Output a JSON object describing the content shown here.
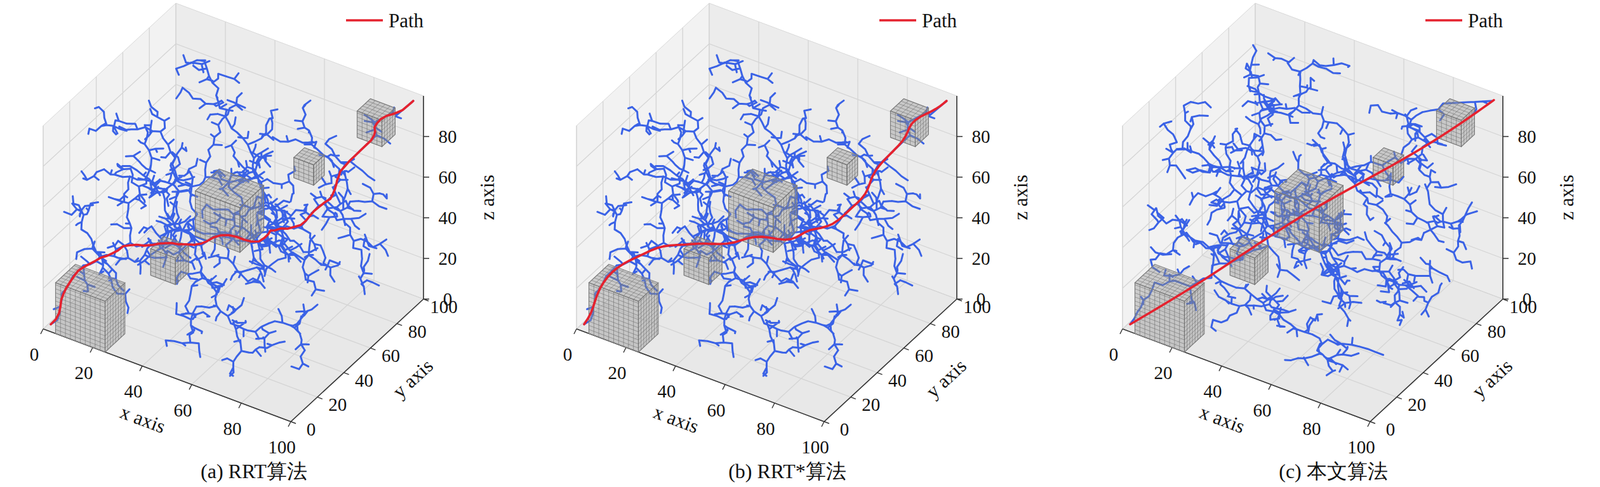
{
  "diagram": {
    "labels": [
      "0",
      "20",
      "40",
      "60",
      "80",
      "100",
      "x axis",
      "0",
      "20",
      "40",
      "60",
      "80",
      "100",
      "y axis",
      "0",
      "20",
      "40",
      "60",
      "80",
      "z axis",
      "(a) RRT算法",
      "0",
      "20",
      "40",
      "60",
      "80",
      "100",
      "x axis",
      "0",
      "20",
      "40",
      "60",
      "80",
      "100",
      "y axis",
      "0",
      "20",
      "40",
      "60",
      "80",
      "z axis",
      "(b) RRT*算法",
      "0",
      "20",
      "40",
      "60",
      "80",
      "100",
      "x axis",
      "0",
      "20",
      "40",
      "60",
      "80",
      "100",
      "y axis",
      "0",
      "20",
      "40",
      "60",
      "80",
      "z axis",
      "(c) 本文算法"
    ],
    "legend": [
      {
        "text": "Path"
      },
      {
        "text": "Path"
      },
      {
        "text": "Path"
      }
    ]
  }
}
